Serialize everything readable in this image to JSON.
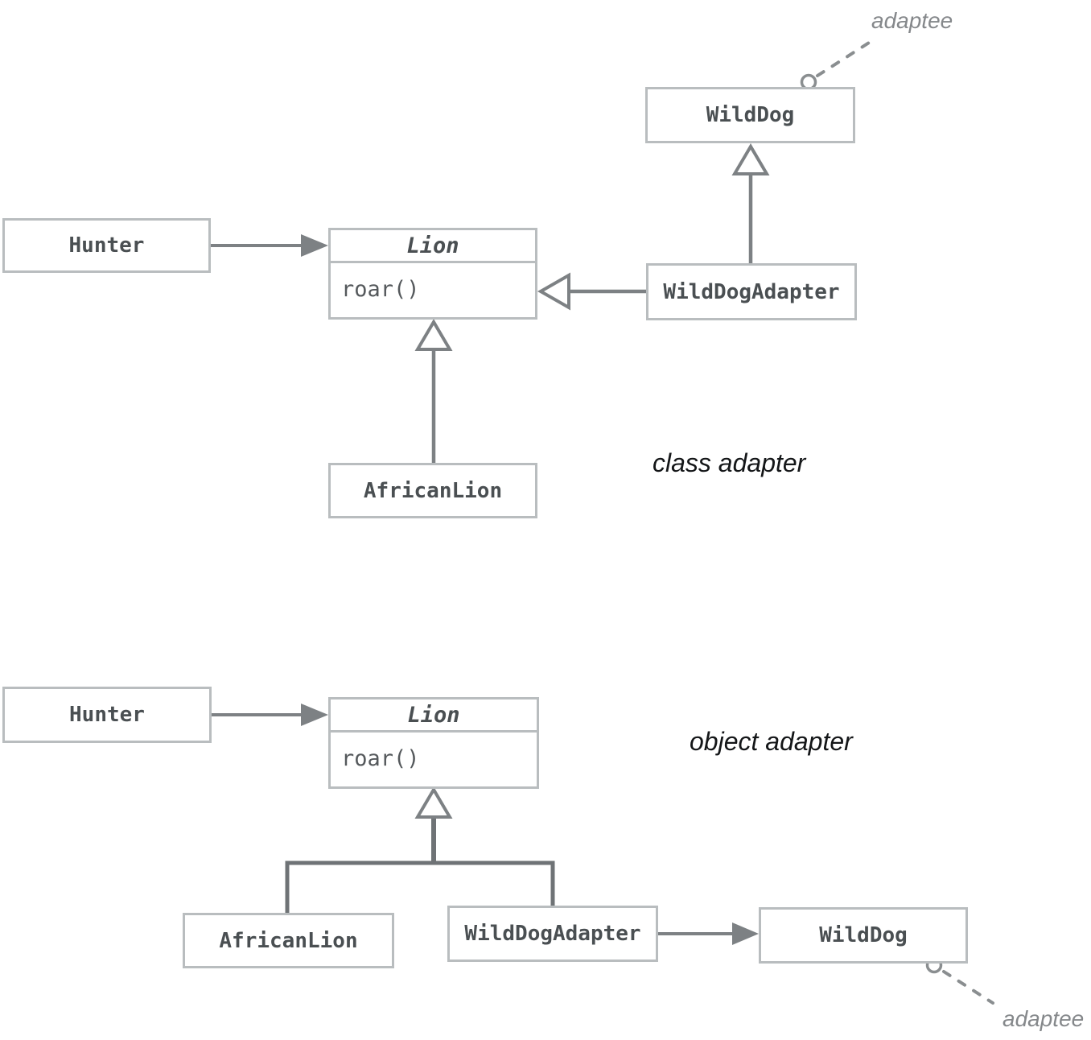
{
  "colors": {
    "box_border": "#b9bdbf",
    "class_text": "#4a4f52",
    "method_text": "#55595c",
    "connector": "#7d8184",
    "note_gray": "#8a8e90",
    "caption_text": "#141618",
    "background": "#ffffff"
  },
  "class_adapter": {
    "caption": "class adapter",
    "adaptee_note": "adaptee",
    "hunter": "Hunter",
    "lion_name": "Lion",
    "lion_method": "roar()",
    "wild_dog": "WildDog",
    "wild_dog_adapter": "WildDogAdapter",
    "african_lion": "AfricanLion",
    "relationships": [
      {
        "from": "Hunter",
        "to": "Lion",
        "type": "association"
      },
      {
        "from": "WildDogAdapter",
        "to": "Lion",
        "type": "generalization"
      },
      {
        "from": "WildDogAdapter",
        "to": "WildDog",
        "type": "generalization"
      },
      {
        "from": "AfricanLion",
        "to": "Lion",
        "type": "generalization"
      },
      {
        "from": "WildDog",
        "to": "adaptee",
        "type": "note-link"
      }
    ]
  },
  "object_adapter": {
    "caption": "object adapter",
    "adaptee_note": "adaptee",
    "hunter": "Hunter",
    "lion_name": "Lion",
    "lion_method": "roar()",
    "wild_dog": "WildDog",
    "wild_dog_adapter": "WildDogAdapter",
    "african_lion": "AfricanLion",
    "relationships": [
      {
        "from": "Hunter",
        "to": "Lion",
        "type": "association"
      },
      {
        "from": "AfricanLion",
        "to": "Lion",
        "type": "generalization"
      },
      {
        "from": "WildDogAdapter",
        "to": "Lion",
        "type": "generalization"
      },
      {
        "from": "WildDogAdapter",
        "to": "WildDog",
        "type": "association"
      },
      {
        "from": "WildDog",
        "to": "adaptee",
        "type": "note-link"
      }
    ]
  }
}
